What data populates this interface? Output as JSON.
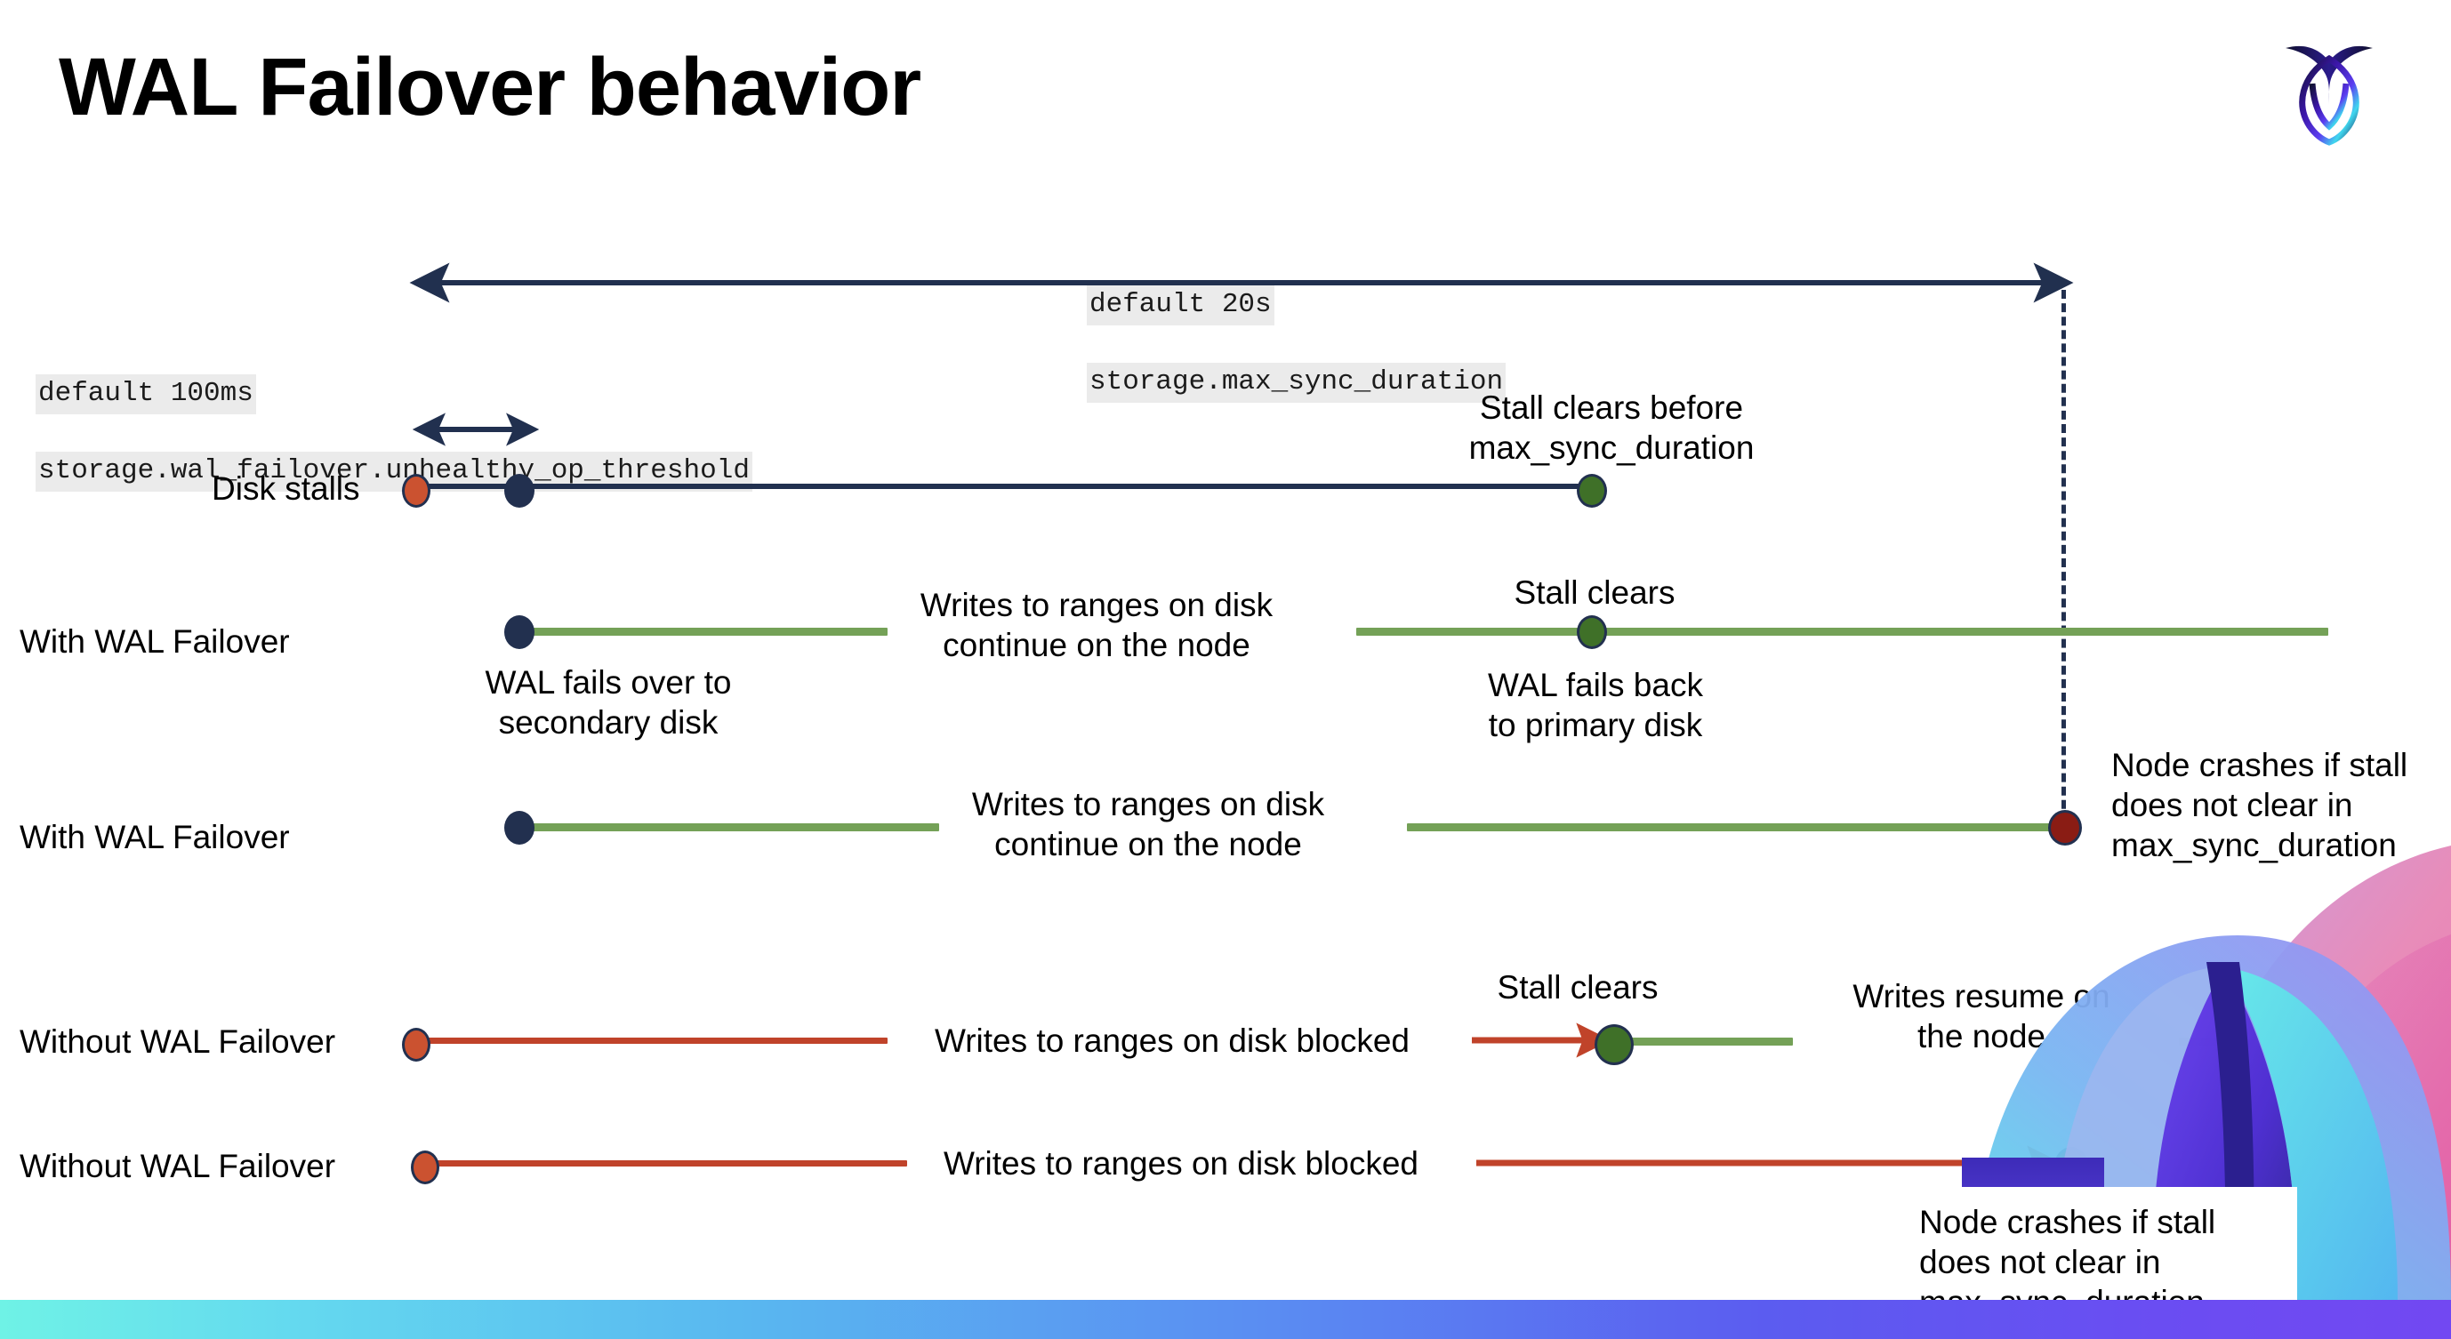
{
  "slide": {
    "title": "WAL Failover behavior",
    "logo_name": "cockroachdb-logo",
    "bottom_bar_gradient": [
      "#6ff2e6",
      "#5b5cf0",
      "#7248f2"
    ]
  },
  "colors": {
    "navy": "#21304f",
    "green_line": "#74a157",
    "red_line": "#c0432a",
    "orange_dot": "#cb5230",
    "green_dot": "#3f7028",
    "dark_red_dot": "#8a1c14",
    "code_bg": "#ebebeb"
  },
  "settings": {
    "max_sync_duration": {
      "default_line": "default 20s",
      "name_line": "storage.max_sync_duration"
    },
    "unhealthy_op_threshold": {
      "default_line": "default 100ms",
      "name_line": "storage.wal_failover.unhealthy_op_threshold"
    }
  },
  "rows": [
    {
      "id": "disk-stalls",
      "label": "Disk stalls",
      "annotations": [
        "Stall clears before\nmax_sync_duration"
      ]
    },
    {
      "id": "with-wal-failover-clears",
      "label": "With WAL Failover",
      "annotations": [
        "WAL fails over to\nsecondary disk",
        "Writes to ranges on disk\ncontinue on the node",
        "Stall clears",
        "WAL fails  back\nto primary disk"
      ]
    },
    {
      "id": "with-wal-failover-crash",
      "label": "With WAL Failover",
      "annotations": [
        "Writes to ranges on disk\ncontinue on the node",
        "Node crashes if stall\ndoes not clear in\nmax_sync_duration"
      ]
    },
    {
      "id": "without-wal-failover-clears",
      "label": "Without WAL Failover",
      "annotations": [
        "Writes to ranges on disk  blocked",
        "Stall clears",
        "Writes resume on\nthe node"
      ]
    },
    {
      "id": "without-wal-failover-crash",
      "label": "Without WAL Failover",
      "annotations": [
        "Writes to ranges on disk  blocked",
        "Node crashes if stall\ndoes not clear in\nmax_sync_duration"
      ]
    }
  ],
  "markers": {
    "stall_start": "stall-start-marker",
    "failover_point": "failover-marker",
    "stall_clear": "stall-clear-marker",
    "node_crash": "node-crash-marker"
  }
}
